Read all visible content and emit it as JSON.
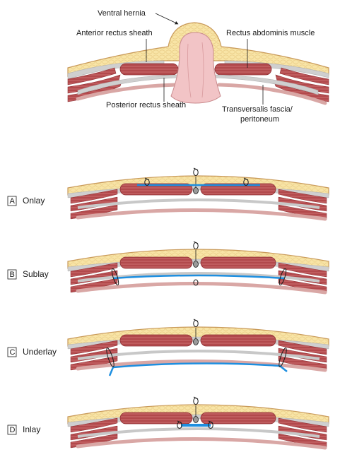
{
  "labels": {
    "ventral_hernia": "Ventral hernia",
    "anterior_rectus_sheath": "Anterior rectus sheath",
    "rectus_abdominis_muscle": "Rectus abdominis muscle",
    "posterior_rectus_sheath": "Posterior rectus sheath",
    "transversalis_line1": "Transversalis fascia/",
    "transversalis_line2": "peritoneum"
  },
  "panels": [
    {
      "letter": "A",
      "name": "Onlay"
    },
    {
      "letter": "B",
      "name": "Sublay"
    },
    {
      "letter": "C",
      "name": "Underlay"
    },
    {
      "letter": "D",
      "name": "Inlay"
    }
  ],
  "colors": {
    "fat": "#f8e4a6",
    "skin_edge": "#c99a5a",
    "muscle": "#b2494c",
    "sheath": "#c8c8c8",
    "peritoneum": "#d9a7a5",
    "mesh": "#1e8fe0",
    "hernia": "#f2c4c6"
  }
}
